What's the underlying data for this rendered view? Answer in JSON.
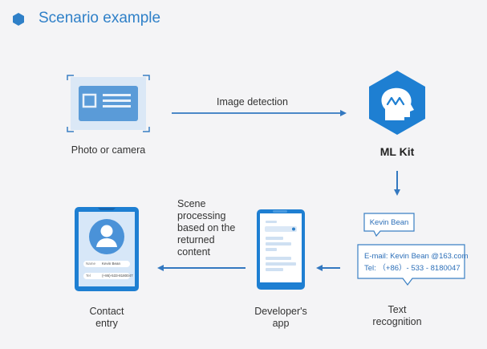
{
  "header": {
    "title": "Scenario example"
  },
  "nodes": {
    "photo": {
      "label": "Photo or camera"
    },
    "mlkit": {
      "label": "ML Kit"
    },
    "text_recognition": {
      "label_line1": "Text",
      "label_line2": "recognition"
    },
    "developer_app": {
      "label_line1": "Developer's",
      "label_line2": "app"
    },
    "contact_entry": {
      "label_line1": "Contact",
      "label_line2": "entry"
    }
  },
  "edges": {
    "image_detection": {
      "label": "Image detection"
    },
    "scene_processing": {
      "lines": [
        "Scene",
        "processing",
        "based on the",
        "returned",
        "content"
      ]
    }
  },
  "recognized_card": {
    "name": "Kevin Bean",
    "email_line": "E-mail: Kevin Bean @163.com",
    "tel_line": "Tel: （+86）- 533 - 8180047"
  },
  "contact_form": {
    "name_label": "Name",
    "name_value": "Kevin Bean",
    "tel_label": "Tel",
    "tel_value": "(+86)-533-8180047"
  },
  "colors": {
    "accent": "#2f80c8",
    "arrow": "#3378c0",
    "hexagon": "#1e7fd2",
    "light_fill": "#dbe8f6",
    "background": "#f4f4f6"
  },
  "icons": [
    "hexagon-bullet-icon",
    "image-scan-icon",
    "ml-kit-hexagon-icon",
    "phone-icon",
    "contact-avatar-icon"
  ]
}
